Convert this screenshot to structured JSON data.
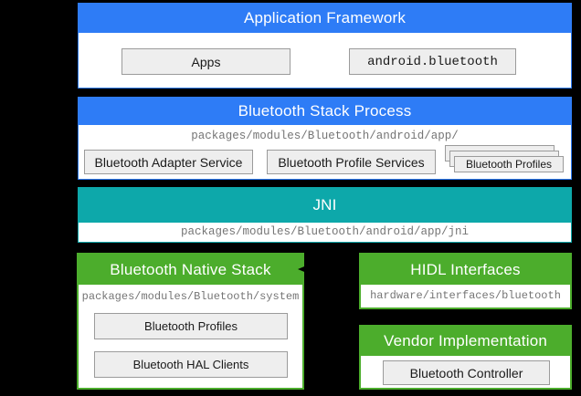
{
  "colors": {
    "blue": "#2e7cf6",
    "teal": "#0da8aa",
    "green": "#4cad2c",
    "background": "#000000",
    "box_fill": "#eeeeee",
    "box_border": "#9b9b9b",
    "path_text": "#757575"
  },
  "diagram": {
    "application_framework": {
      "title": "Application Framework",
      "apps_label": "Apps",
      "api_label": "android.bluetooth"
    },
    "bluetooth_stack_process": {
      "title": "Bluetooth Stack Process",
      "path": "packages/modules/Bluetooth/android/app/",
      "adapter_service": "Bluetooth Adapter Service",
      "profile_services": "Bluetooth Profile Services",
      "profiles_stack": "Bluetooth Profiles"
    },
    "jni": {
      "title": "JNI",
      "path": "packages/modules/Bluetooth/android/app/jni"
    },
    "native_stack": {
      "title": "Bluetooth Native Stack",
      "path": "packages/modules/Bluetooth/system",
      "profiles": "Bluetooth Profiles",
      "hal_clients": "Bluetooth HAL Clients"
    },
    "hidl": {
      "title": "HIDL Interfaces",
      "path": "hardware/interfaces/bluetooth"
    },
    "vendor": {
      "title": "Vendor Implementation",
      "controller": "Bluetooth Controller"
    }
  }
}
